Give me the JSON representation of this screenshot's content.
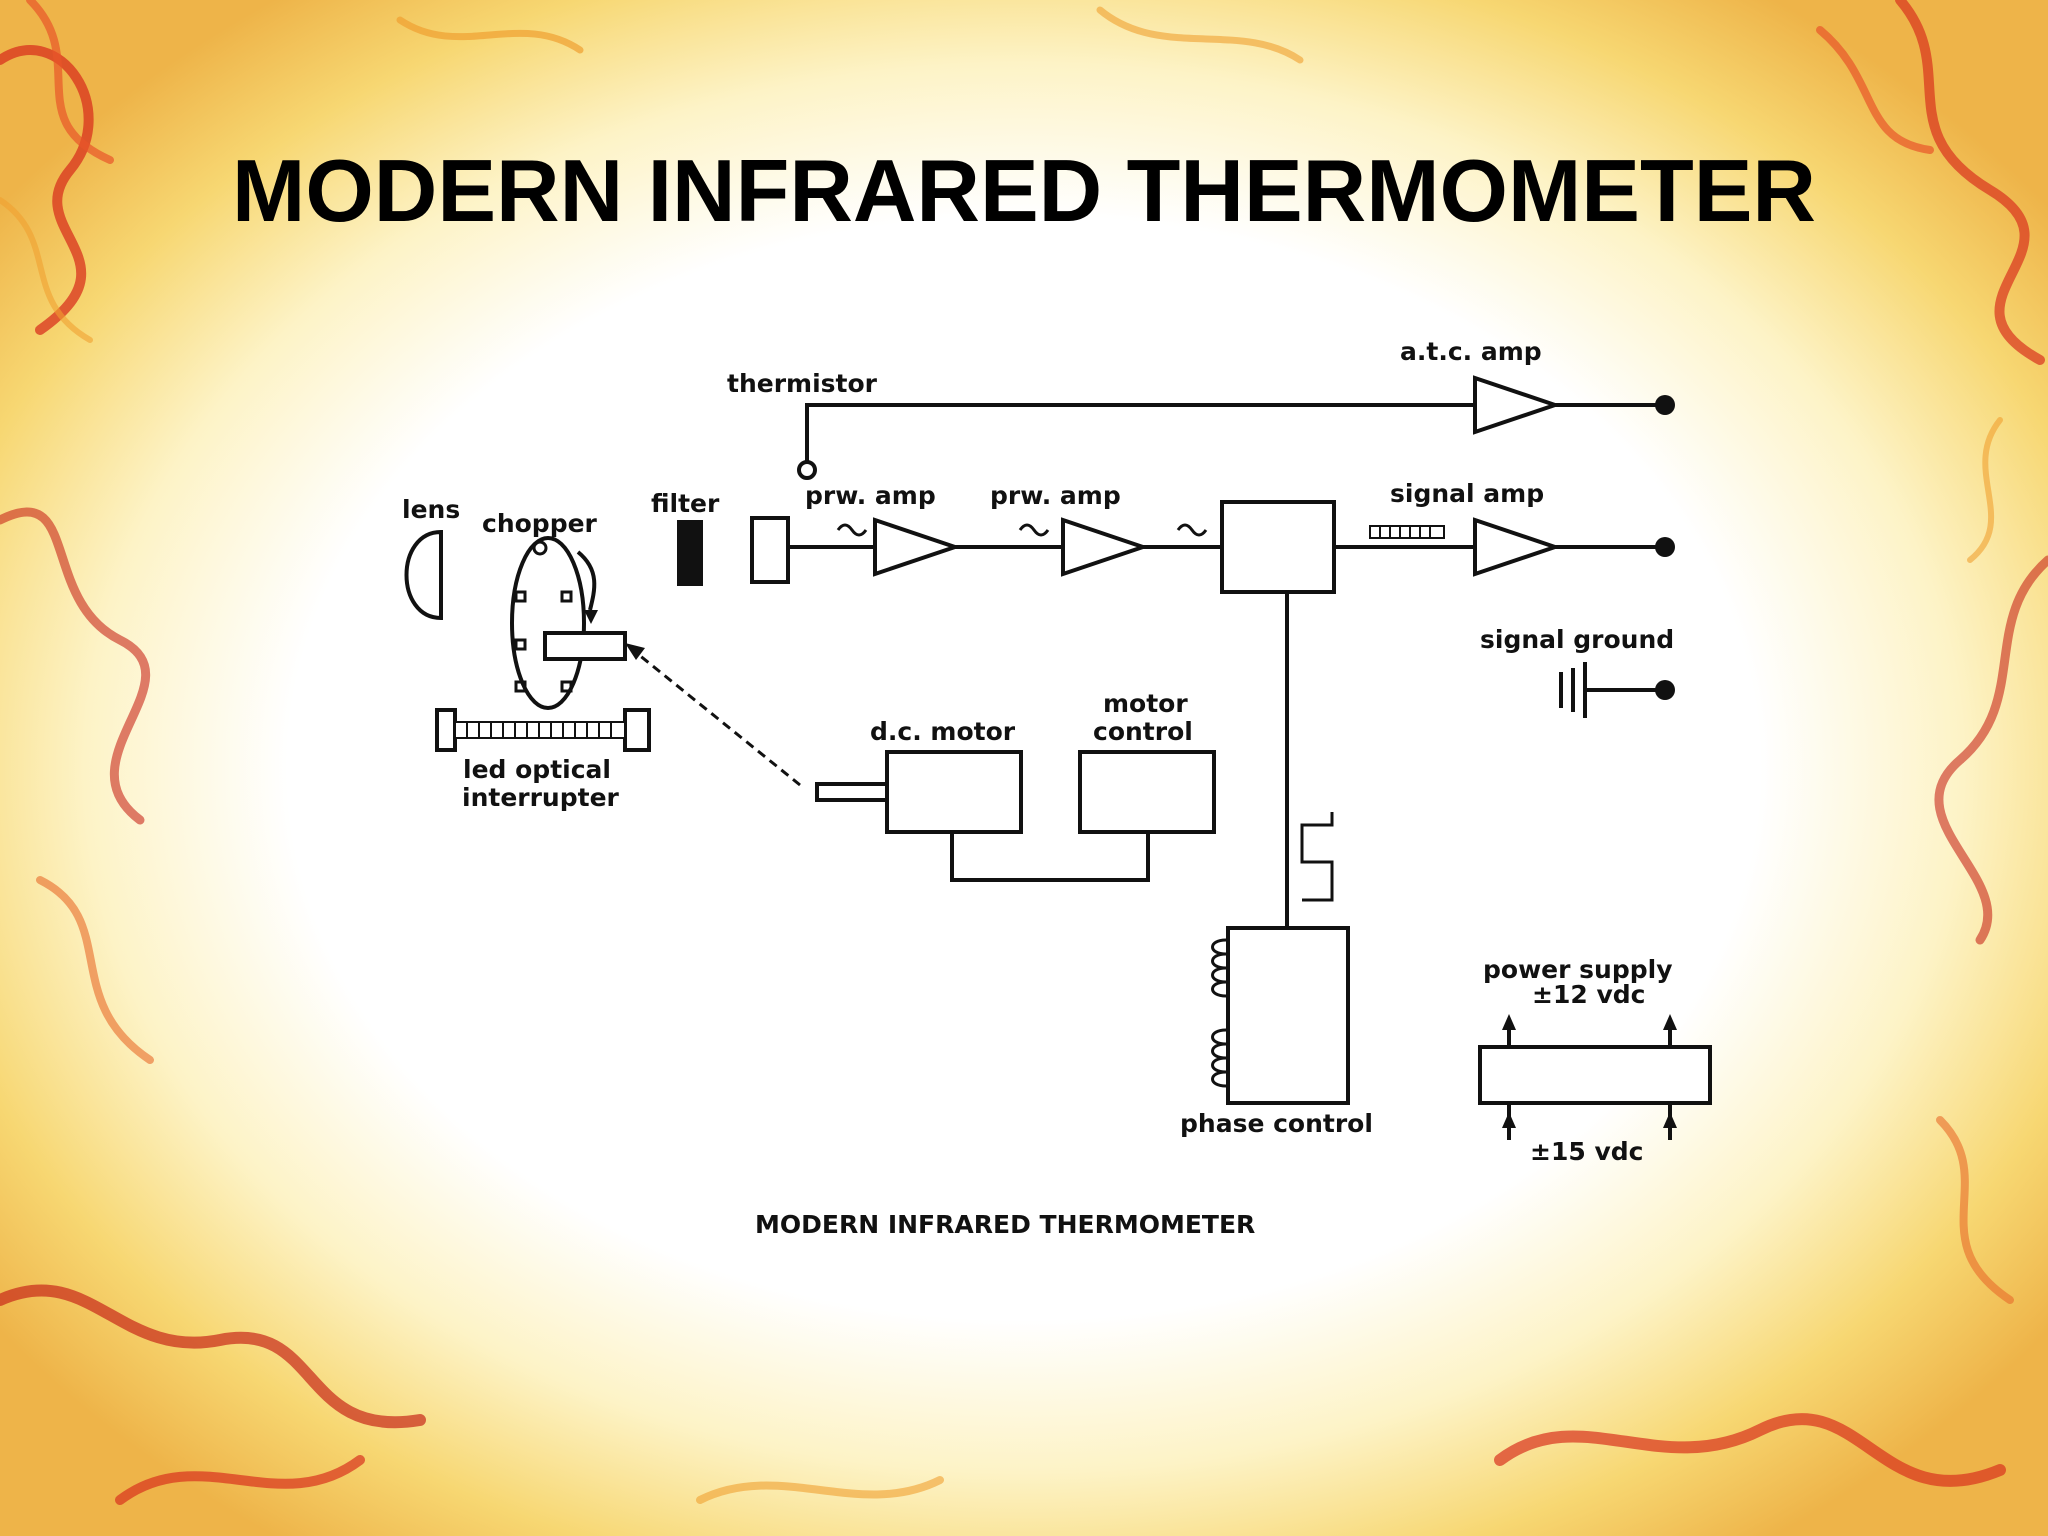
{
  "slide": {
    "title": "MODERN INFRARED THERMOMETER",
    "background": "flame-border"
  },
  "diagram": {
    "labels": {
      "thermistor": "thermistor",
      "atc_amp": "a.t.c. amp",
      "lens": "lens",
      "chopper": "chopper",
      "filter": "filter",
      "prw_amp_1": "prw. amp",
      "prw_amp_2": "prw. amp",
      "signal_amp": "signal amp",
      "signal_ground": "signal ground",
      "led_optical_1": "led optical",
      "led_optical_2": "interrupter",
      "dc_motor": "d.c. motor",
      "motor_control_1": "motor",
      "motor_control_2": "control",
      "power_supply_1": "power supply",
      "power_supply_2": "±12 vdc",
      "power_supply_3": "±15 vdc",
      "phase_control": "phase control"
    },
    "caption": "MODERN INFRARED THERMOMETER"
  },
  "colors": {
    "flame_red": "#d8321e",
    "flame_orange": "#f0a030",
    "flame_yellow": "#f7e07a",
    "ink": "#111111"
  }
}
